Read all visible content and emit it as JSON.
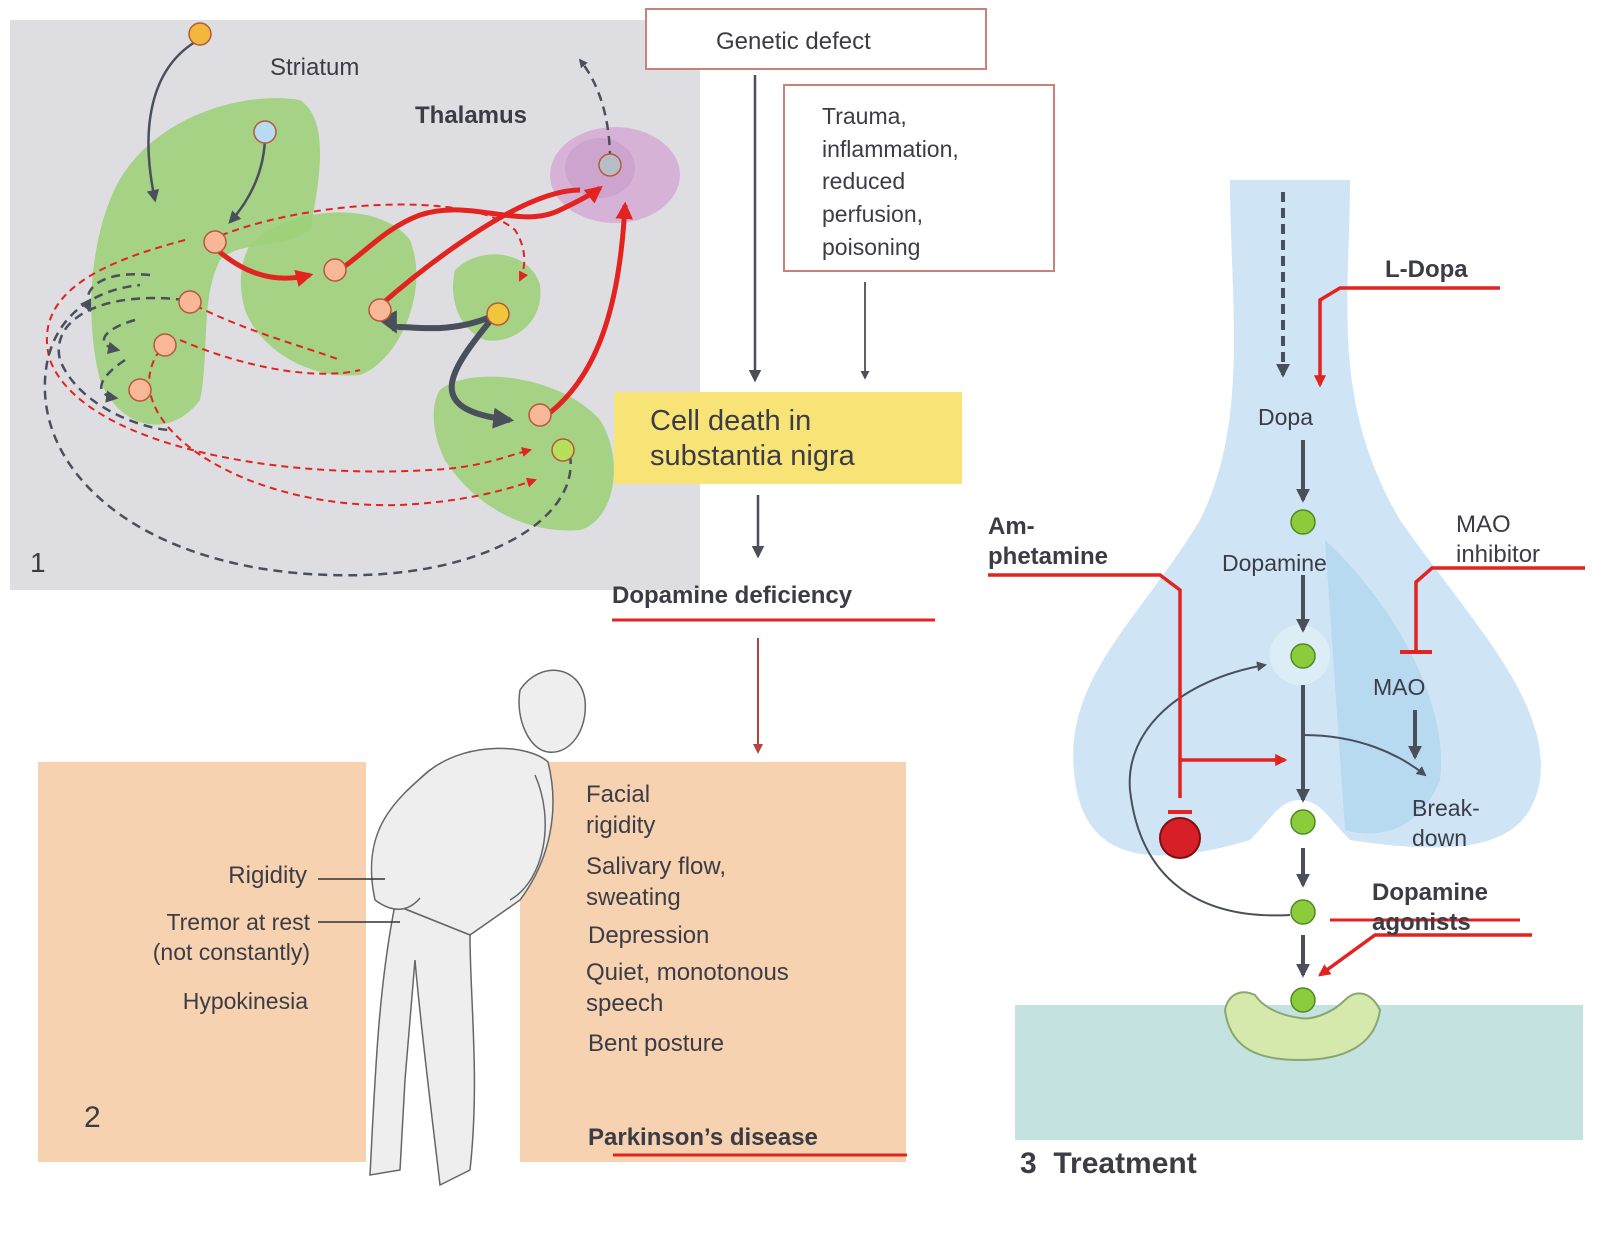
{
  "colors": {
    "green_region": "#9fd07a",
    "thalamus_region": "#d6b3d6",
    "red_pathway": "#e2231f",
    "dark_pathway": "#4a4f5c",
    "neuron_blue": "#cfe5f6",
    "synapse_teal": "#c4e2e0",
    "cell_death_yellow": "#f8e476",
    "symptom_peach": "#f6d2b0"
  },
  "panel1": {
    "striatum": "Striatum",
    "thalamus": "Thalamus",
    "number": "1"
  },
  "causes": {
    "genetic": "Genetic defect",
    "trauma": "Trauma,\ninflammation,\nreduced\nperfusion,\npoisoning",
    "cell_death": "Cell death in\nsubstantia nigra",
    "deficiency": "Dopamine deficiency"
  },
  "panel2": {
    "number": "2",
    "left_labels": [
      "Rigidity",
      "Tremor at rest\n(not constantly)",
      "Hypokinesia"
    ],
    "right_labels": [
      "Facial\nrigidity",
      "Salivary flow,\nsweating",
      "Depression",
      "Quiet, monotonous\nspeech",
      "Bent posture"
    ],
    "disease": "Parkinson’s disease"
  },
  "panel3": {
    "ldopa": "L-Dopa",
    "dopa": "Dopa",
    "dopamine": "Dopamine",
    "amphetamine": "Am-\nphetamine",
    "mao_inhibitor": "MAO\ninhibitor",
    "mao": "MAO",
    "breakdown": "Break-\ndown",
    "agonists": "Dopamine\nagonists",
    "caption": "3  Treatment"
  }
}
